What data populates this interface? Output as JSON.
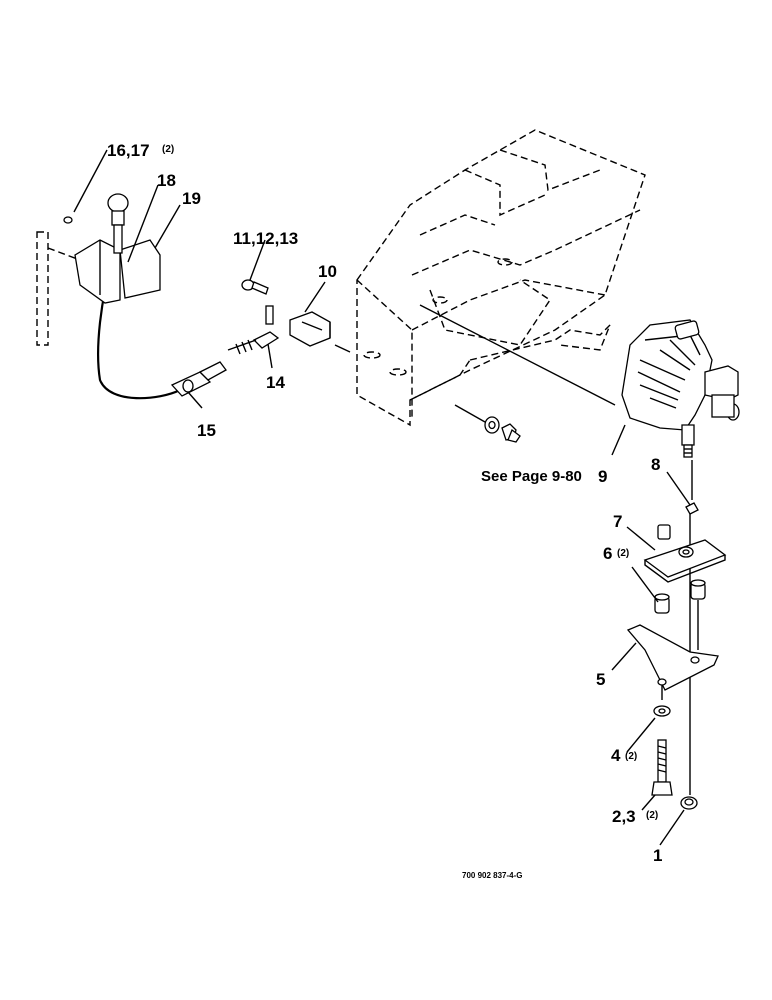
{
  "labels": {
    "p1": "1",
    "p23": "2,3",
    "p23_qty": "(2)",
    "p4": "4",
    "p4_qty": "(2)",
    "p5": "5",
    "p6": "6",
    "p6_qty": "(2)",
    "p7": "7",
    "p8": "8",
    "p9": "9",
    "p9_ref": "See Page 9-80",
    "p10": "10",
    "p11_13": "11,12,13",
    "p14": "14",
    "p15": "15",
    "p1617": "16,17",
    "p1617_qty": "(2)",
    "p18": "18",
    "p19": "19"
  },
  "drawing_code": "700 902 837-4-G"
}
